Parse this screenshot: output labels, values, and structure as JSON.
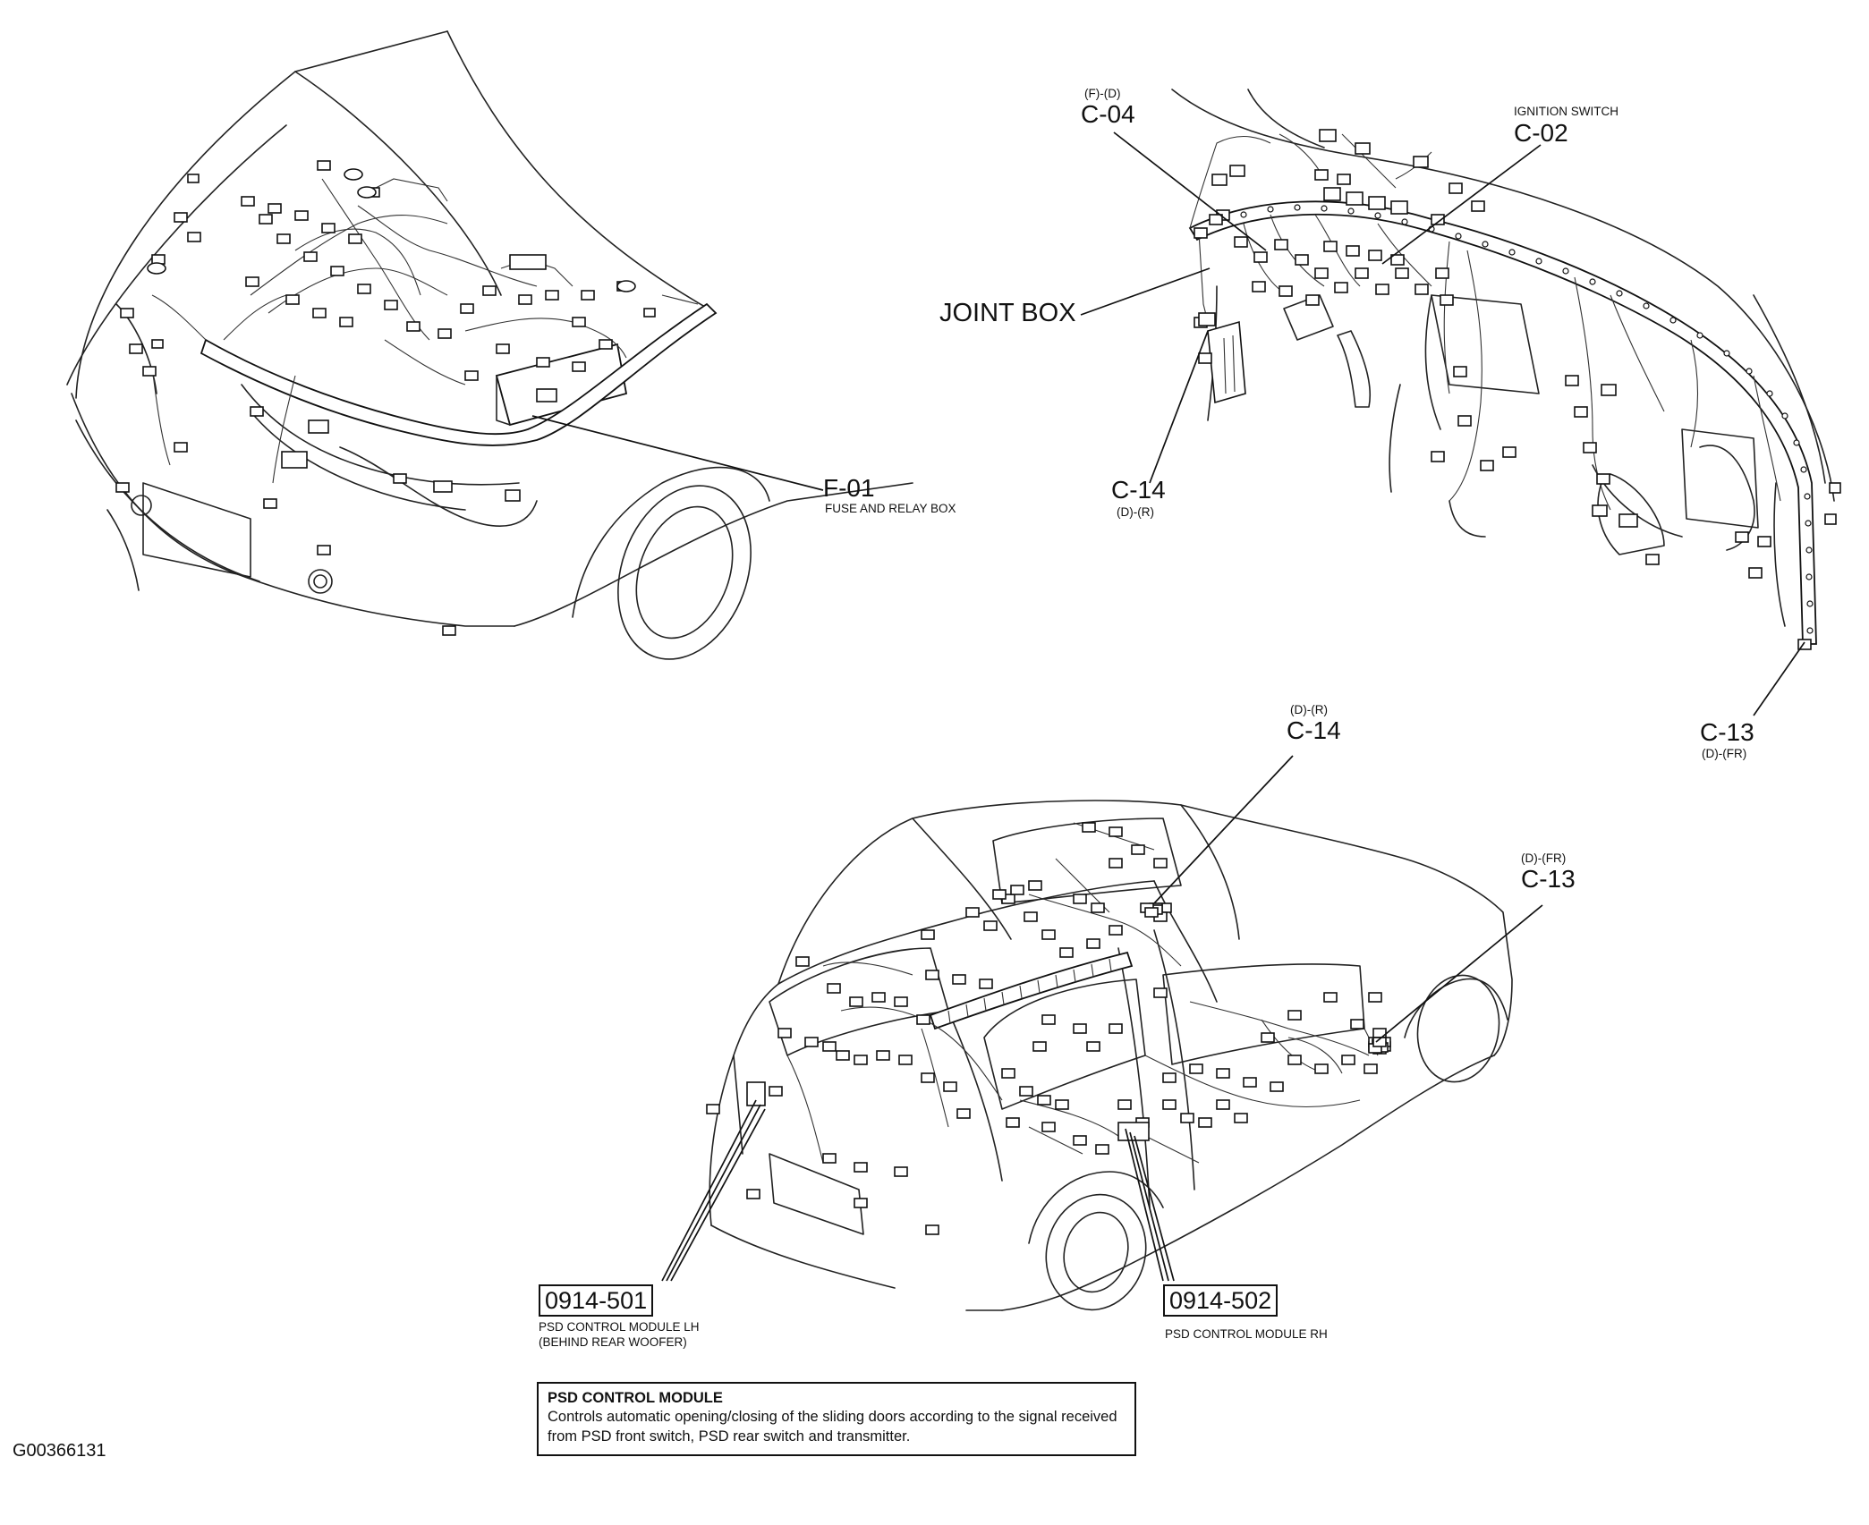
{
  "labels": {
    "f01": {
      "code": "F-01",
      "desc": "FUSE AND RELAY BOX"
    },
    "c04": {
      "code": "C-04",
      "pos": "(F)-(D)"
    },
    "c02": {
      "code": "C-02",
      "desc": "IGNITION SWITCH"
    },
    "joint_box": "JOINT BOX",
    "c14_top": {
      "code": "C-14",
      "pos": "(D)-(R)"
    },
    "c13_top": {
      "code": "C-13",
      "pos": "(D)-(FR)"
    },
    "c14_bottom": {
      "code": "C-14",
      "pos": "(D)-(R)"
    },
    "c13_bottom": {
      "code": "C-13",
      "pos": "(D)-(FR)"
    },
    "psd_lh": {
      "code": "0914-501",
      "desc1": "PSD CONTROL MODULE LH",
      "desc2": "(BEHIND REAR WOOFER)"
    },
    "psd_rh": {
      "code": "0914-502",
      "desc1": "PSD CONTROL MODULE RH"
    }
  },
  "note": {
    "title": "PSD CONTROL MODULE",
    "body": "Controls automatic opening/closing of the sliding doors according to the signal received from PSD front switch, PSD rear switch and transmitter."
  },
  "figure_id": "G00366131"
}
